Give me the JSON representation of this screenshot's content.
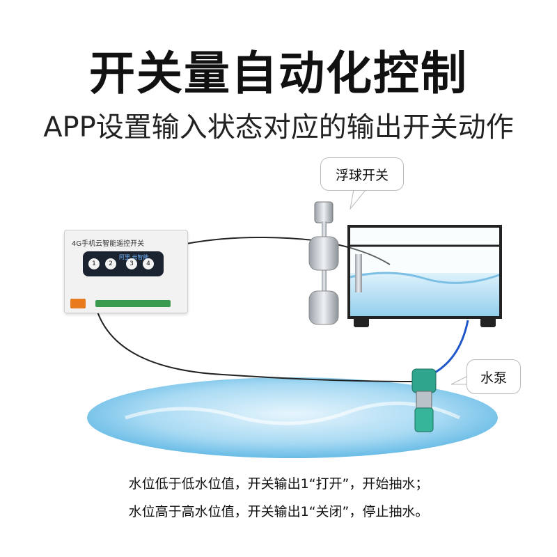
{
  "title": "开关量自动化控制",
  "subtitle": "APP设置输入状态对应的输出开关动作",
  "device": {
    "label": "4G手机云智能遥控开关",
    "brand": "阿里 云智能",
    "buttons": [
      "1",
      "2",
      "3",
      "4"
    ]
  },
  "callouts": {
    "float_switch": "浮球开关",
    "pump": "水泵"
  },
  "caption": {
    "line1": "水位低于低水位值，开关输出1“打开”，开始抽水；",
    "line2": "水位高于高水位值，开关输出1“关闭”，停止抽水。"
  },
  "colors": {
    "water": "#7fc4e8",
    "pool": "#9fd3ef",
    "device_panel": "#1c2330",
    "terminal": "#3a9a4e",
    "pump": "#2fa58d"
  }
}
